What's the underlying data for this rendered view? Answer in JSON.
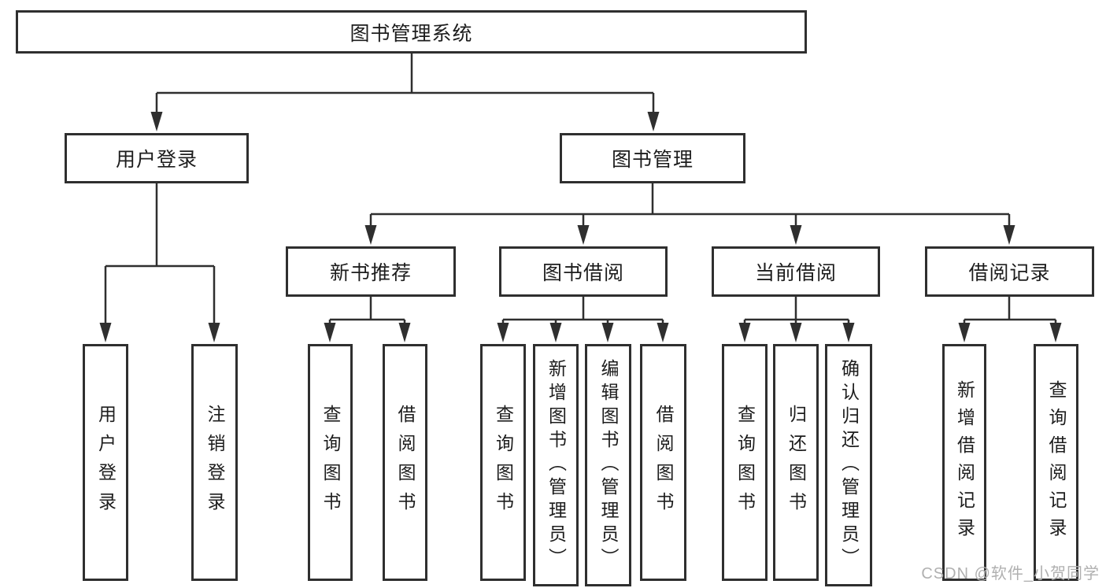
{
  "tree": {
    "label": "图书管理系统",
    "children": [
      {
        "label": "用户登录",
        "children": [
          {
            "label": "用户登录"
          },
          {
            "label": "注销登录"
          }
        ]
      },
      {
        "label": "图书管理",
        "children": [
          {
            "label": "新书推荐",
            "children": [
              {
                "label": "查询图书"
              },
              {
                "label": "借阅图书"
              }
            ]
          },
          {
            "label": "图书借阅",
            "children": [
              {
                "label": "查询图书"
              },
              {
                "label": "新增图书（管理员）"
              },
              {
                "label": "编辑图书（管理员）"
              },
              {
                "label": "借阅图书"
              }
            ]
          },
          {
            "label": "当前借阅",
            "children": [
              {
                "label": "查询图书"
              },
              {
                "label": "归还图书"
              },
              {
                "label": "确认归还（管理员）"
              }
            ]
          },
          {
            "label": "借阅记录",
            "children": [
              {
                "label": "新增借阅记录"
              },
              {
                "label": "查询借阅记录"
              }
            ]
          }
        ]
      }
    ]
  },
  "watermark": "CSDN @软件_小贺同学",
  "colors": {
    "line": "#2f2f2f",
    "text": "#1d1d1d",
    "background": "#ffffff",
    "watermark": "#b0b0b0"
  }
}
